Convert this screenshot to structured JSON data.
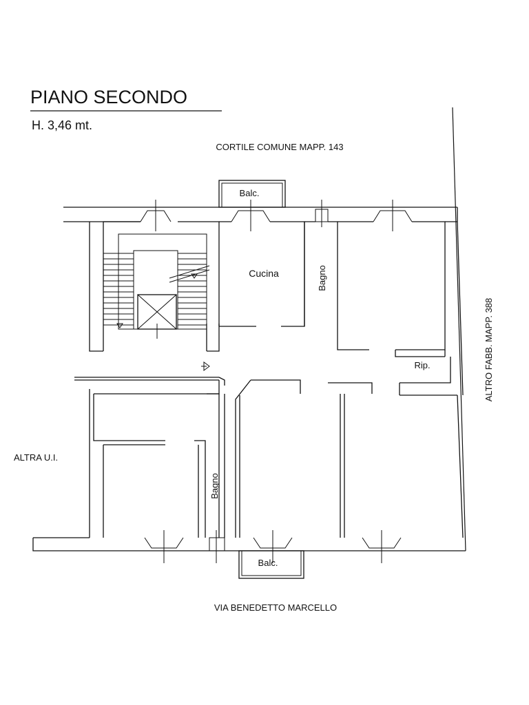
{
  "title": "PIANO SECONDO",
  "height_note": "H. 3,46 mt.",
  "labels": {
    "top_courtyard": "CORTILE COMUNE MAPP. 143",
    "bottom_street": "VIA BENEDETTO MARCELLO",
    "right_neighbor": "ALTRO FABB. MAPP. 388",
    "left_neighbor": "ALTRA U.I.",
    "balcony_top": "Balc.",
    "balcony_bottom": "Balc.",
    "kitchen": "Cucina",
    "bathroom_top": "Bagno",
    "bathroom_bottom": "Bagno",
    "storage": "Rip."
  },
  "colors": {
    "line": "#111111",
    "background": "#ffffff"
  }
}
